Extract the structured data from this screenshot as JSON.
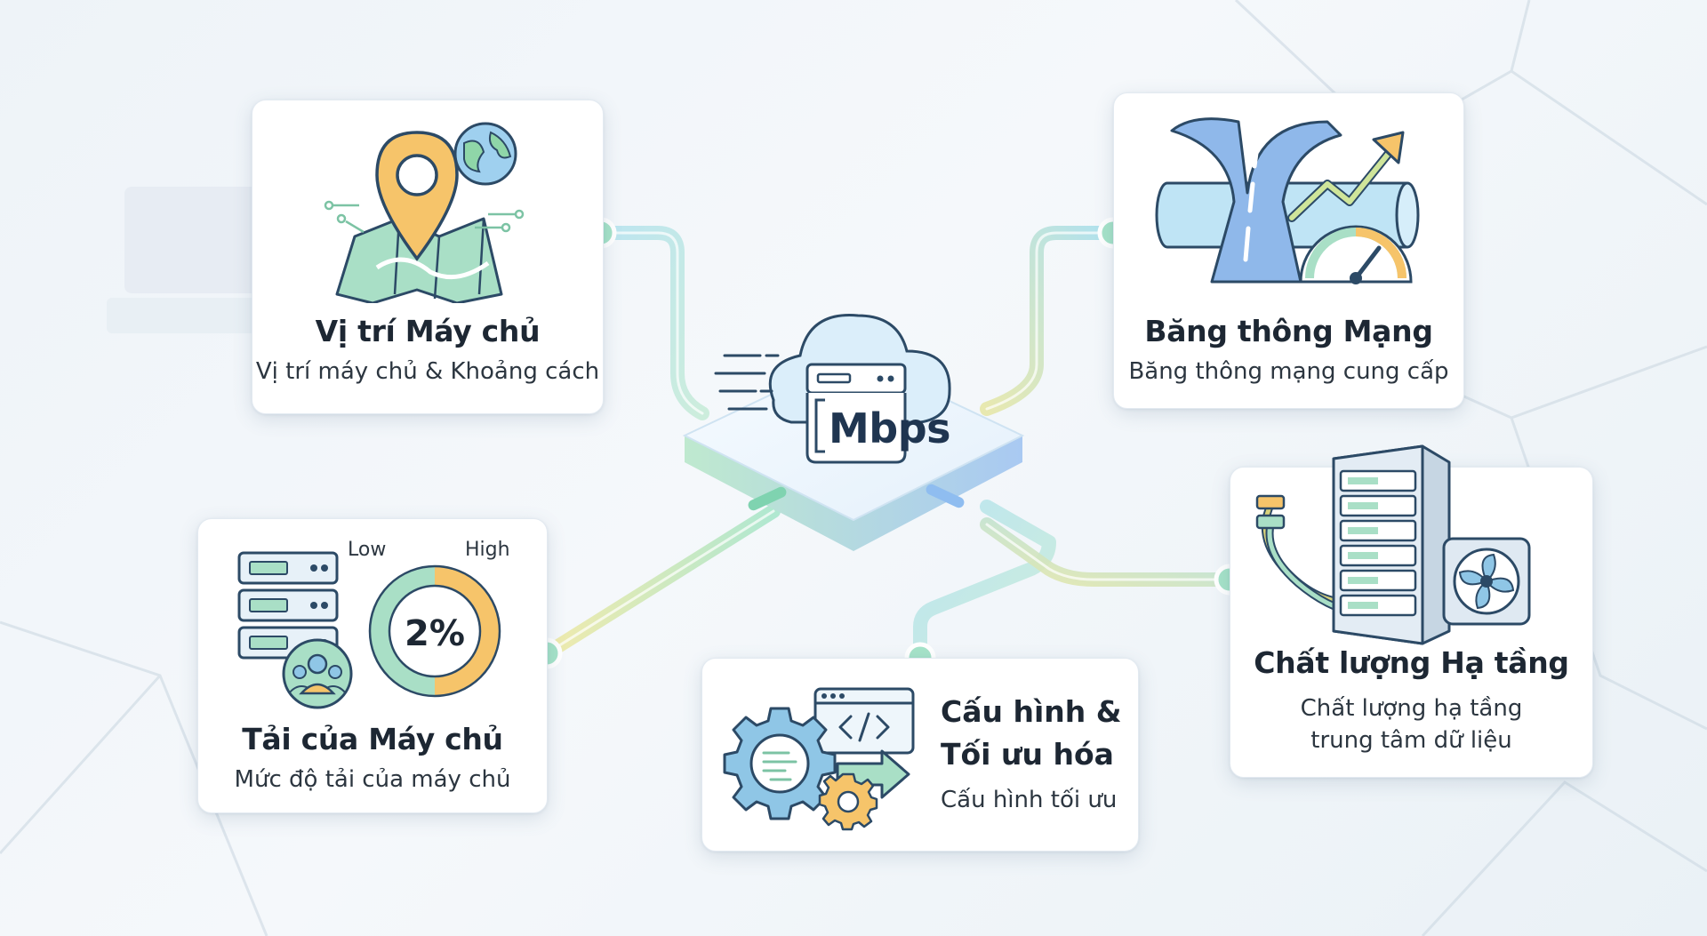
{
  "hub": {
    "label": "Mbps"
  },
  "cards": {
    "server_location": {
      "title": "Vị trí Máy chủ",
      "subtitle": "Vị trí máy chủ & Khoảng cách"
    },
    "bandwidth": {
      "title": "Băng thông Mạng",
      "subtitle": "Băng thông mạng cung cấp"
    },
    "server_load": {
      "title": "Tải của Máy chủ",
      "subtitle": "Mức độ tải của máy chủ",
      "gauge_value": "2%",
      "gauge_low": "Low",
      "gauge_high": "High"
    },
    "config": {
      "title_line1": "Cấu hình &",
      "title_line2": "Tối ưu hóa",
      "subtitle": "Cấu hình tối ưu"
    },
    "infrastructure": {
      "title": "Chất lượng Hạ tầng",
      "subtitle_line1": "Chất lượng hạ tầng",
      "subtitle_line2": "trung tâm dữ liệu"
    }
  },
  "colors": {
    "pin": "#f6c46a",
    "map": "#9fd9be",
    "globe": "#8fc6e6",
    "connector_start": "#8fdcc0",
    "connector_end": "#a9cdf0",
    "gauge_fill": "#f4c064",
    "text": "#1d2733"
  }
}
